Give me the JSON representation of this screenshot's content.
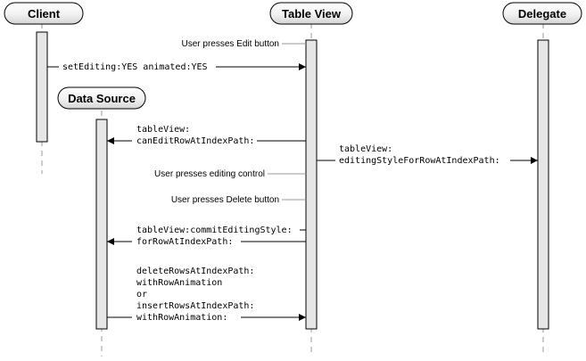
{
  "actors": {
    "client": "Client",
    "table_view": "Table View",
    "delegate": "Delegate",
    "data_source": "Data Source"
  },
  "notes": {
    "edit_button": "User presses Edit button",
    "editing_control": "User presses editing control",
    "delete_button": "User presses Delete button"
  },
  "messages": {
    "set_editing": "setEditing:YES animated:YES",
    "can_edit_1": "tableView:",
    "can_edit_2": "canEditRowAtIndexPath:",
    "editing_style_1": "tableView:",
    "editing_style_2": "editingStyleForRowAtIndexPath:",
    "commit_1": "tableView:commitEditingStyle:",
    "commit_2": "forRowAtIndexPath:",
    "rows_1": "deleteRowsAtIndexPath:",
    "rows_2": "withRowAnimation",
    "rows_3": "or",
    "rows_4": "insertRowsAtIndexPath:",
    "rows_5": "withRowAnimation:"
  },
  "colors": {
    "bar_fill": "#e6e6e6",
    "stroke": "#000000",
    "lifeline": "#9a9a9a"
  }
}
